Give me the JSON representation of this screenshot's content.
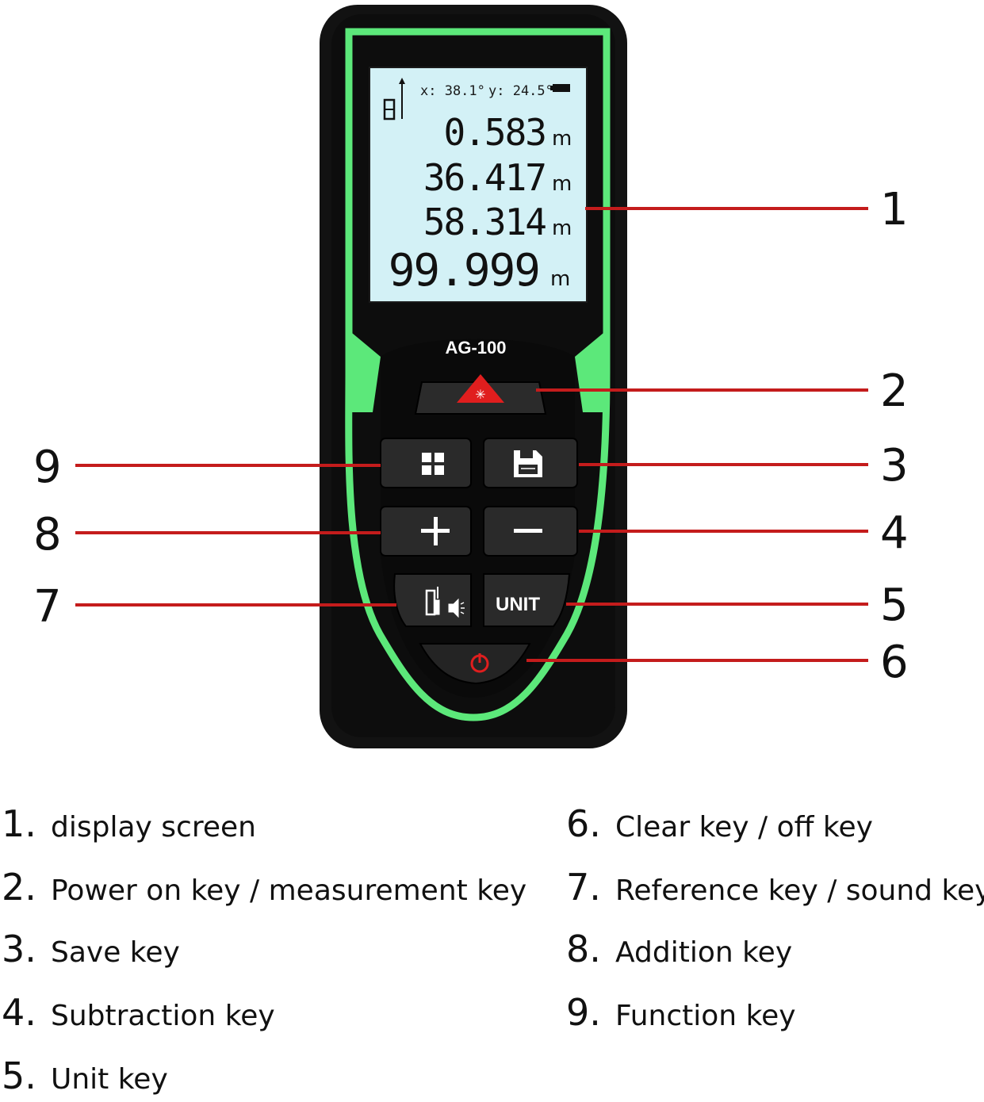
{
  "device": {
    "model": "AG-100",
    "screen": {
      "tilt_x": "x: 38.1°",
      "tilt_y": "y: 24.5°",
      "readings": [
        {
          "value": "0.583",
          "unit": "m"
        },
        {
          "value": "36.417",
          "unit": "m"
        },
        {
          "value": "58.314",
          "unit": "m"
        },
        {
          "value": "99.999",
          "unit": "m"
        }
      ]
    },
    "unit_key_label": "UNIT"
  },
  "callouts": [
    "1",
    "2",
    "3",
    "4",
    "5",
    "6",
    "7",
    "8",
    "9"
  ],
  "legend": [
    {
      "num": "1.",
      "text": "display screen"
    },
    {
      "num": "2.",
      "text": "Power on key / measurement key"
    },
    {
      "num": "3.",
      "text": "Save key"
    },
    {
      "num": "4.",
      "text": "Subtraction key"
    },
    {
      "num": "5.",
      "text": "Unit key"
    },
    {
      "num": "6.",
      "text": "Clear key / off key"
    },
    {
      "num": "7.",
      "text": "Reference key / sound key"
    },
    {
      "num": "8.",
      "text": "Addition key"
    },
    {
      "num": "9.",
      "text": "Function key"
    }
  ],
  "colors": {
    "body": "#111111",
    "trim": "#5ce87a",
    "lcd": "#d3f1f6",
    "callout_line": "#c41c1c",
    "laser_triangle": "#e01e1e"
  },
  "icons": [
    "battery-icon",
    "reference-icon",
    "laser-icon",
    "grid-icon",
    "save-icon",
    "plus-icon",
    "minus-icon",
    "reference-sound-icon",
    "power-icon"
  ]
}
